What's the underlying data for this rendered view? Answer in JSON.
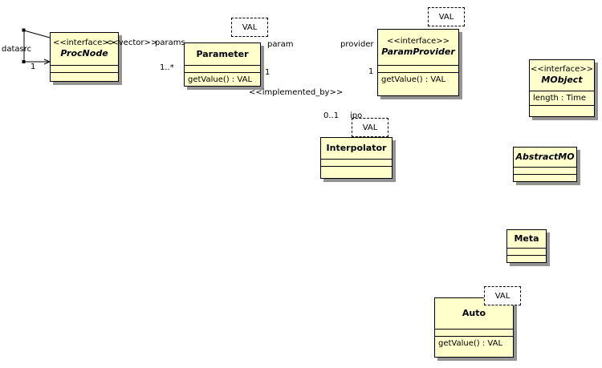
{
  "diagram": {
    "kind": "uml-class-diagram",
    "colors": {
      "node_fill": "#FFFFCC",
      "node_border": "#000000",
      "shadow": "#808080",
      "background": "#FFFFFF",
      "edge": "#000000"
    }
  },
  "nodes": {
    "procnode": {
      "stereotype": "<<interface>>",
      "name": "ProcNode",
      "attributes": [],
      "operations": []
    },
    "parameter": {
      "stereotype": "",
      "name": "Parameter",
      "attributes": [],
      "operations": [
        "getValue() : VAL"
      ]
    },
    "paramprovider": {
      "stereotype": "<<interface>>",
      "name": "ParamProvider",
      "attributes": [],
      "operations": [
        "getValue() : VAL"
      ]
    },
    "interpolator": {
      "stereotype": "",
      "name": "Interpolator",
      "attributes": [],
      "operations": []
    },
    "mobject": {
      "stereotype": "<<interface>>",
      "name": "MObject",
      "attributes": [
        "length : Time"
      ],
      "operations": []
    },
    "abstractmo": {
      "stereotype": "",
      "name": "AbstractMO",
      "attributes": [],
      "operations": []
    },
    "meta": {
      "stereotype": "",
      "name": "Meta",
      "attributes": [],
      "operations": []
    },
    "auto": {
      "stereotype": "",
      "name": "Auto",
      "attributes": [],
      "operations": [
        "getValue() : VAL"
      ]
    }
  },
  "template_params": {
    "parameter_val": "VAL",
    "paramprovider_val": "VAL",
    "interpolator_val": "VAL",
    "auto_val": "VAL"
  },
  "edge_labels": {
    "datasrc": "datasrc",
    "datasrc_mult": "1",
    "vector": "<<vector>>",
    "params": "params",
    "params_mult": "1..*",
    "param": "param",
    "param_mult": "1",
    "provider": "provider",
    "provider_mult": "1",
    "implemented_by": "<<implemented_by>>",
    "ipo_mult": "0..1",
    "ipo": "ipo"
  }
}
